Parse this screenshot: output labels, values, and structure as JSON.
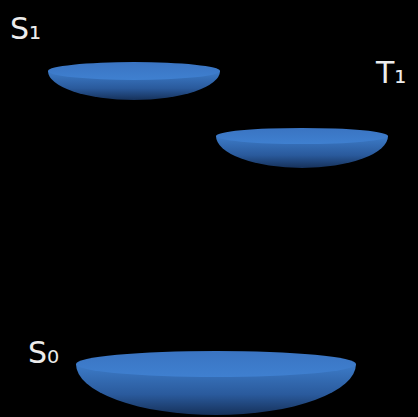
{
  "diagram": {
    "labels": [
      "S₁",
      "T₁",
      "S₀"
    ]
  }
}
